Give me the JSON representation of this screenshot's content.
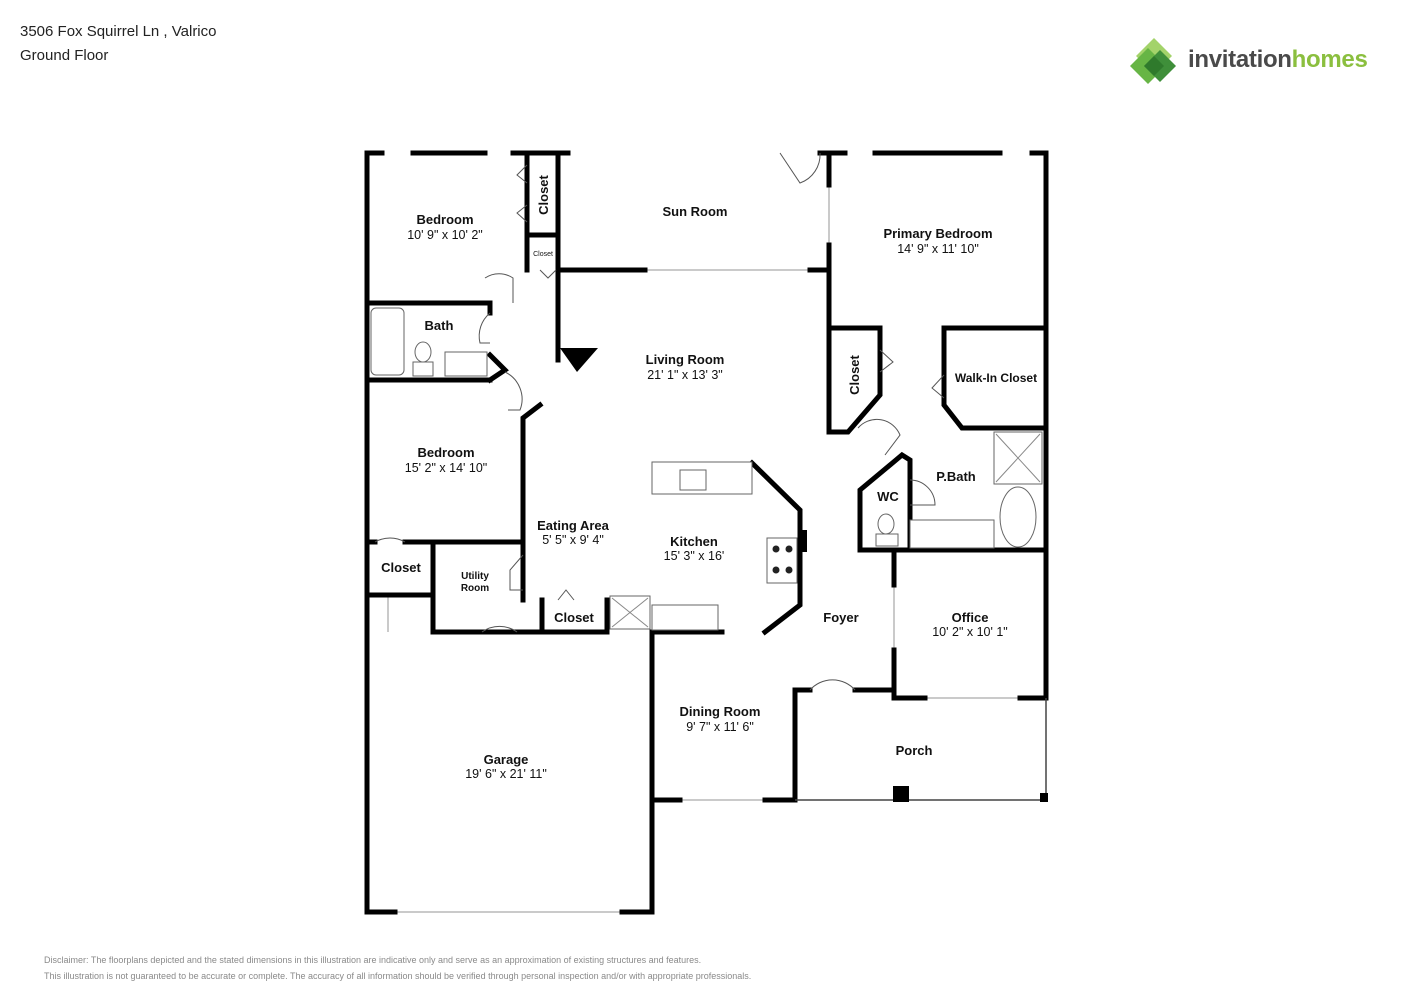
{
  "header": {
    "address": "3506 Fox Squirrel Ln , Valrico",
    "floor": "Ground Floor"
  },
  "brand": {
    "word1": "invitation",
    "word2": "homes",
    "colors": {
      "dark_green": "#3f8f3a",
      "green": "#67b545",
      "light_green": "#a3d36a",
      "text": "#4a4a4a",
      "accent": "#8bbf3f"
    }
  },
  "rooms": {
    "bedroom1": {
      "name": "Bedroom",
      "dims": "10' 9\" x 10' 2\""
    },
    "closet_a": {
      "name": "Closet"
    },
    "closet_b": {
      "name": "Closet"
    },
    "sun_room": {
      "name": "Sun Room"
    },
    "primary_bedroom": {
      "name": "Primary Bedroom",
      "dims": "14' 9\" x 11' 10\""
    },
    "bath": {
      "name": "Bath"
    },
    "living_room": {
      "name": "Living Room",
      "dims": "21' 1\" x 13' 3\""
    },
    "closet_primary": {
      "name": "Closet"
    },
    "walk_in_closet": {
      "name": "Walk-In Closet"
    },
    "bedroom2": {
      "name": "Bedroom",
      "dims": "15' 2\" x 14' 10\""
    },
    "p_bath": {
      "name": "P.Bath"
    },
    "wc": {
      "name": "WC"
    },
    "eating_area": {
      "name": "Eating Area",
      "dims": "5' 5\" x 9' 4\""
    },
    "kitchen": {
      "name": "Kitchen",
      "dims": "15' 3\" x 16'"
    },
    "closet_bedroom2": {
      "name": "Closet"
    },
    "utility_room": {
      "name": "Utility Room",
      "line1": "Utility",
      "line2": "Room"
    },
    "closet_kitchen": {
      "name": "Closet"
    },
    "foyer": {
      "name": "Foyer"
    },
    "office": {
      "name": "Office",
      "dims": "10' 2\" x 10' 1\""
    },
    "dining_room": {
      "name": "Dining Room",
      "dims": "9' 7\" x 11' 6\""
    },
    "porch": {
      "name": "Porch"
    },
    "garage": {
      "name": "Garage",
      "dims": "19' 6\" x 21' 11\""
    }
  },
  "disclaimer": {
    "line1": "Disclaimer: The floorplans depicted and the stated dimensions in this illustration are indicative only and serve as an approximation of existing structures and features.",
    "line2": "This illustration is not guaranteed to be accurate or complete. The accuracy of all information should be verified through personal inspection and/or with appropriate professionals."
  }
}
